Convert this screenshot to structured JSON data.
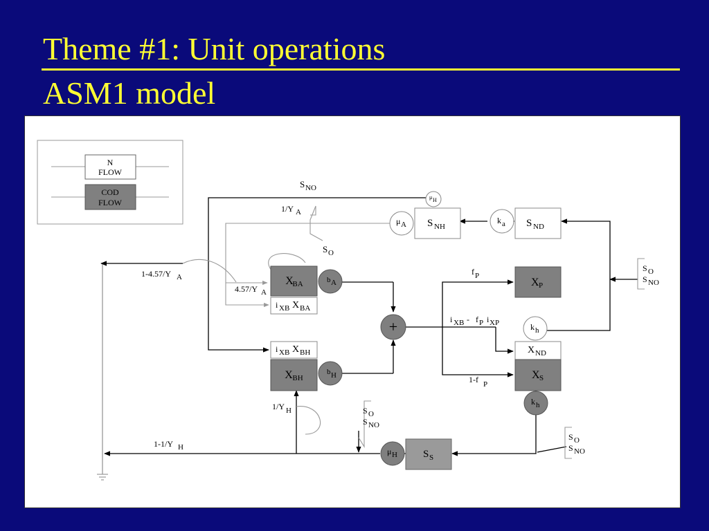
{
  "slide": {
    "title_line1": "Theme #1: Unit operations",
    "title_line2": "ASM1 model"
  },
  "legend": {
    "n_flow": [
      "N",
      "FLOW"
    ],
    "cod_flow": [
      "COD",
      "FLOW"
    ]
  },
  "nodes": {
    "xba": {
      "main": "X",
      "sub": "BA"
    },
    "xbh": {
      "main": "X",
      "sub": "BH"
    },
    "xp": {
      "main": "X",
      "sub": "P"
    },
    "xs": {
      "main": "X",
      "sub": "S"
    },
    "xnd": {
      "main": "X",
      "sub": "ND"
    },
    "snh": {
      "main": "S",
      "sub": "NH"
    },
    "snd": {
      "main": "S",
      "sub": "ND"
    },
    "ss": {
      "main": "S",
      "sub": "S"
    },
    "ixb_xba": {
      "i": "i",
      "isub": "XB",
      "main": "X",
      "sub": "BA"
    },
    "ixb_xbh": {
      "i": "i",
      "isub": "XB",
      "main": "X",
      "sub": "BH"
    }
  },
  "rates": {
    "mu_a": {
      "main": "μ",
      "sub": "A"
    },
    "mu_h_top": {
      "main": "μ",
      "sub": "H"
    },
    "mu_h_bottom": {
      "main": "μ",
      "sub": "H"
    },
    "b_a": {
      "main": "b",
      "sub": "A"
    },
    "b_h": {
      "main": "b",
      "sub": "H"
    },
    "k_a": {
      "main": "k",
      "sub": "a"
    },
    "k_h_mid": {
      "main": "k",
      "sub": "h"
    },
    "k_h_bottom": {
      "main": "k",
      "sub": "h"
    },
    "sum": "+"
  },
  "labels": {
    "sno_top": {
      "main": "S",
      "sub": "NO"
    },
    "so_top": {
      "main": "S",
      "sub": "O"
    },
    "one_over_ya": {
      "main": "1/Y",
      "sub": "A"
    },
    "one_minus_457": {
      "main": "1-4.57/Y",
      "sub": "A"
    },
    "four57": {
      "main": "4.57/Y",
      "sub": "A"
    },
    "fp": {
      "main": "f",
      "sub": "P"
    },
    "one_minus_fp": {
      "main": "1-f",
      "sub": "P"
    },
    "ixb_expr": {
      "a": "i",
      "asub": "XB",
      "minus": "-",
      "b": "f",
      "bsub": "P",
      "c": "i",
      "csub": "XP"
    },
    "one_over_yh": {
      "main": "1/Y",
      "sub": "H"
    },
    "one_minus_yh": {
      "main": "1-1/Y",
      "sub": "H"
    },
    "so_right": {
      "main": "S",
      "sub": "O"
    },
    "sno_right": {
      "main": "S",
      "sub": "NO"
    },
    "so_mid": {
      "main": "S",
      "sub": "O"
    },
    "sno_mid": {
      "main": "S",
      "sub": "NO"
    },
    "so_bot": {
      "main": "S",
      "sub": "O"
    },
    "sno_bot": {
      "main": "S",
      "sub": "NO"
    }
  },
  "colors": {
    "background": "#0a0a7a",
    "title": "#ffff33",
    "cod_box": "#808080",
    "cod_box_light": "#9a9a9a",
    "rate_circle": "#7f7f7f"
  }
}
